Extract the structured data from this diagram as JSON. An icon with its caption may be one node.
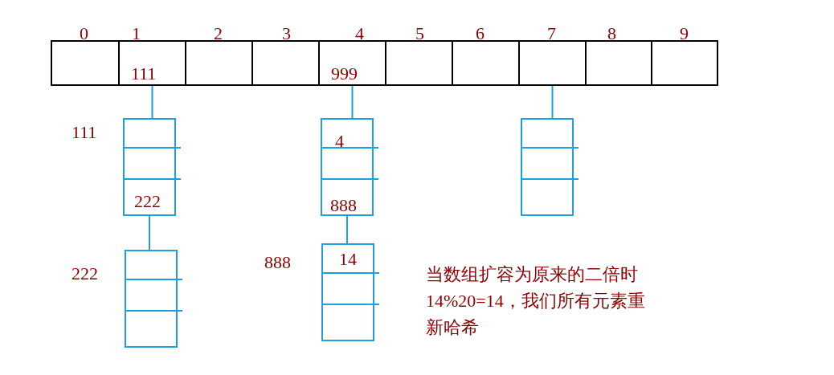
{
  "diagram": {
    "nodes": [
      {
        "text": [],
        "shape": "box",
        "beside": [
          "0"
        ]
      },
      {
        "text": [
          "111"
        ],
        "beside": [
          "1"
        ]
      },
      {
        "text": [],
        "shape": "box",
        "beside": [
          "2"
        ]
      },
      {
        "text": [],
        "shape": "box",
        "beside": [
          "3"
        ]
      },
      {
        "text": [
          "999"
        ],
        "beside": [
          "4"
        ]
      },
      {
        "text": [],
        "shape": "box",
        "beside": [
          "5"
        ]
      },
      {
        "text": [],
        "shape": "box",
        "beside": [
          "6"
        ]
      },
      {
        "text": [],
        "shape": "box",
        "beside": [
          "7"
        ]
      },
      {
        "text": [],
        "shape": "box",
        "beside": [
          "8"
        ]
      },
      {
        "text": [],
        "shape": "box",
        "beside": [
          "9"
        ]
      },
      {
        "text": [
          "222"
        ],
        "beside": [
          "111"
        ]
      },
      {
        "text": [],
        "shape": "box",
        "beside": [
          "222"
        ]
      },
      {
        "text": [
          "4",
          "888"
        ]
      },
      {
        "text": [
          "14"
        ],
        "beside": [
          "888"
        ]
      },
      {
        "text": [],
        "shape": "box"
      }
    ],
    "edges": [
      {
        "from": 1,
        "to": 10,
        "arrow": "none"
      },
      {
        "from": 10,
        "to": 11,
        "arrow": "none"
      },
      {
        "from": 4,
        "to": 12,
        "arrow": "none"
      },
      {
        "from": 12,
        "to": 13,
        "arrow": "none"
      },
      {
        "from": 7,
        "to": 14,
        "arrow": "none"
      }
    ],
    "labels": [
      "当数组扩容为原来的二倍时14%20=14，我们所有元素重新哈希"
    ]
  }
}
